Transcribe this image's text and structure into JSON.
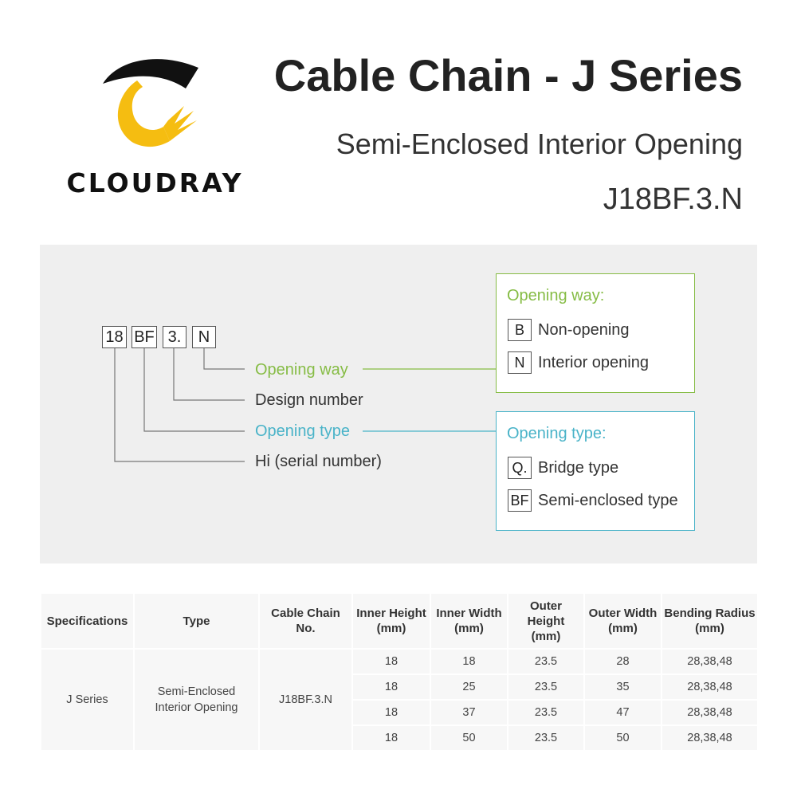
{
  "brand": {
    "name": "CLOUDRAY",
    "colors": {
      "black": "#111111",
      "yellow": "#f5bd11"
    }
  },
  "header": {
    "title": "Cable Chain - J Series",
    "subtitle": "Semi-Enclosed Interior Opening",
    "model": "J18BF.3.N"
  },
  "diagram": {
    "code_parts": [
      "18",
      "BF",
      "3.",
      "N"
    ],
    "labels": {
      "opening_way": "Opening way",
      "design_number": "Design number",
      "opening_type": "Opening type",
      "serial_number": "Hi (serial number)"
    },
    "opening_way_box": {
      "title": "Opening way:",
      "options": [
        {
          "code": "B",
          "desc": "Non-opening"
        },
        {
          "code": "N",
          "desc": "Interior opening"
        }
      ]
    },
    "opening_type_box": {
      "title": "Opening type:",
      "options": [
        {
          "code": "Q.",
          "desc": "Bridge type"
        },
        {
          "code": "BF",
          "desc": "Semi-enclosed type"
        }
      ]
    },
    "colors": {
      "green": "#86bc45",
      "blue": "#49b3c8",
      "line": "#777777",
      "background": "#efefef"
    }
  },
  "table": {
    "headers": [
      "Specifications",
      "Type",
      "Cable Chain\nNo.",
      "Inner Height\n(mm)",
      "Inner Width\n(mm)",
      "Outer\nHeight\n(mm)",
      "Outer Width\n(mm)",
      "Bending Radius\n(mm)"
    ],
    "specification": "J Series",
    "type": "Semi-Enclosed\nInterior Opening",
    "chain_no": "J18BF.3.N",
    "rows": [
      [
        "18",
        "18",
        "23.5",
        "28",
        "28,38,48"
      ],
      [
        "18",
        "25",
        "23.5",
        "35",
        "28,38,48"
      ],
      [
        "18",
        "37",
        "23.5",
        "47",
        "28,38,48"
      ],
      [
        "18",
        "50",
        "23.5",
        "50",
        "28,38,48"
      ]
    ]
  }
}
